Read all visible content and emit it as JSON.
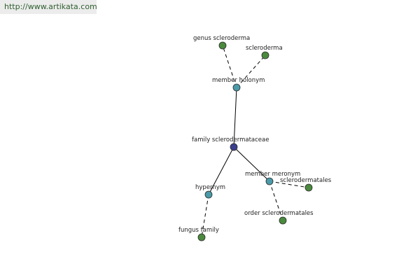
{
  "watermark": {
    "url": "http://www.artikata.com"
  },
  "colors": {
    "central_node": "#3b3f8f",
    "relation_node": "#4a9aa8",
    "leaf_node": "#4b8a3e",
    "edge": "#000000",
    "node_stroke": "#2a2a2a"
  },
  "graph": {
    "nodes": [
      {
        "id": "central",
        "label": "family sclerodermataceae",
        "kind": "central"
      },
      {
        "id": "member-holonym",
        "label": "member holonym",
        "kind": "relation"
      },
      {
        "id": "member-meronym",
        "label": "member meronym",
        "kind": "relation"
      },
      {
        "id": "hypernym",
        "label": "hypernym",
        "kind": "relation"
      },
      {
        "id": "genus-scleroderma",
        "label": "genus scleroderma",
        "kind": "leaf"
      },
      {
        "id": "scleroderma",
        "label": "scleroderma",
        "kind": "leaf"
      },
      {
        "id": "sclerodermatales",
        "label": "sclerodermatales",
        "kind": "leaf"
      },
      {
        "id": "order-sclerodermatales",
        "label": "order sclerodermatales",
        "kind": "leaf"
      },
      {
        "id": "fungus-family",
        "label": "fungus family",
        "kind": "leaf"
      }
    ],
    "edges": [
      {
        "from": "central",
        "to": "member-holonym",
        "style": "solid"
      },
      {
        "from": "central",
        "to": "member-meronym",
        "style": "solid"
      },
      {
        "from": "central",
        "to": "hypernym",
        "style": "solid"
      },
      {
        "from": "member-holonym",
        "to": "genus-scleroderma",
        "style": "dashed"
      },
      {
        "from": "member-holonym",
        "to": "scleroderma",
        "style": "dashed"
      },
      {
        "from": "member-meronym",
        "to": "sclerodermatales",
        "style": "dashed"
      },
      {
        "from": "member-meronym",
        "to": "order-sclerodermatales",
        "style": "dashed"
      },
      {
        "from": "hypernym",
        "to": "fungus-family",
        "style": "dashed"
      }
    ]
  }
}
